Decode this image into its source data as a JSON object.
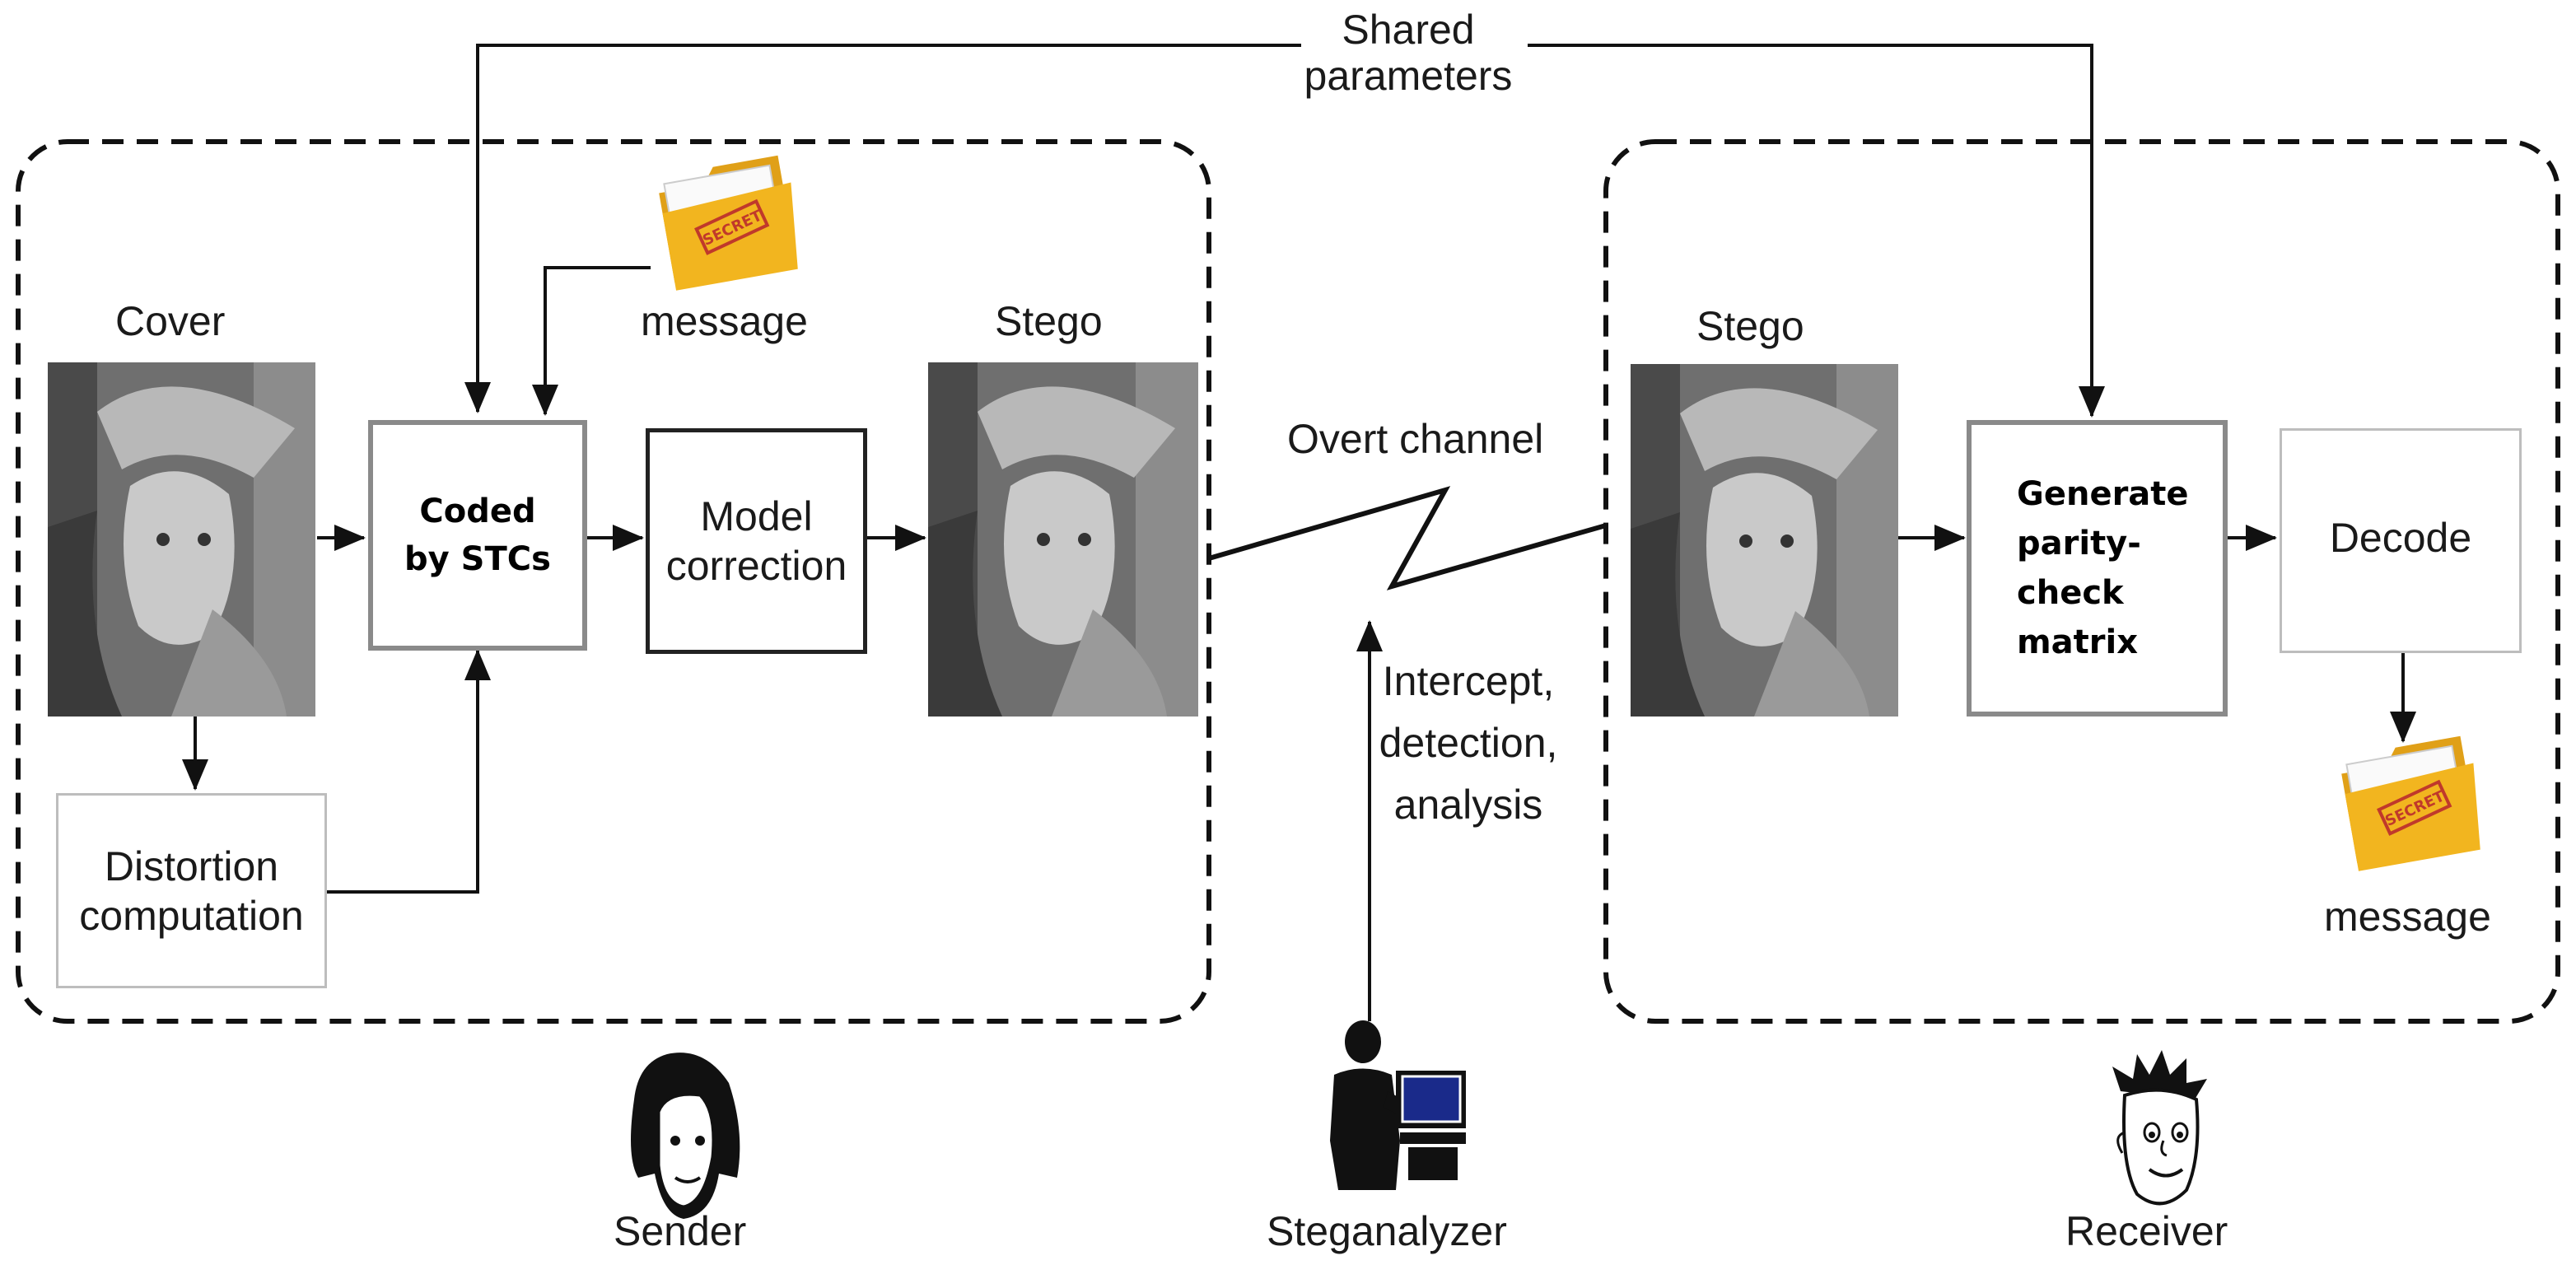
{
  "shared_parameters_label": "Shared\nparameters",
  "sender": {
    "cover_label": "Cover",
    "message_label": "message",
    "stego_label": "Stego",
    "coded_box": "Coded\nby STCs",
    "model_box": "Model\ncorrection",
    "distortion_box": "Distortion\ncomputation",
    "role_label": "Sender"
  },
  "channel": {
    "overt_label": "Overt channel",
    "intercept_label": "Intercept,\ndetection,\nanalysis",
    "role_label": "Steganalyzer"
  },
  "receiver": {
    "stego_label": "Stego",
    "generate_box": "Generate\nparity-\ncheck\nmatrix",
    "decode_box": "Decode",
    "message_label": "message",
    "role_label": "Receiver"
  },
  "icons": {
    "cover_image": "grayscale-portrait-image",
    "stego_image": "grayscale-portrait-image",
    "message_folder": "secret-folder-icon",
    "sender": "woman-face-icon",
    "steganalyzer": "person-at-computer-icon",
    "receiver": "man-face-icon"
  },
  "colors": {
    "line": "#111111",
    "folder": "#f2b51f",
    "secret_stamp": "#c0392b",
    "screen": "#1a2a8a"
  }
}
